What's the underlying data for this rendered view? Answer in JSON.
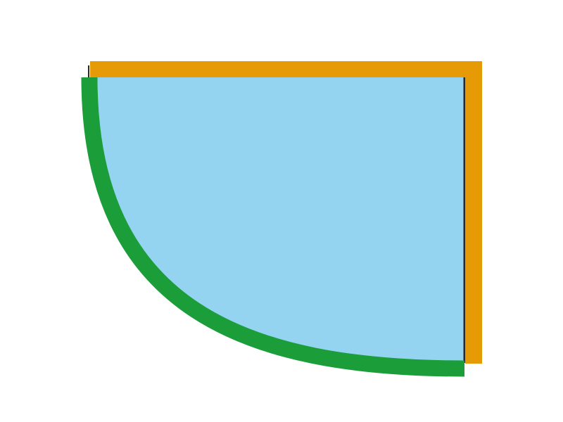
{
  "diagram": {
    "shapes": [
      {
        "name": "quarter-region-fill",
        "color": "#94d4f0"
      },
      {
        "name": "right-edge-line",
        "color": "#2b2b2b"
      },
      {
        "name": "top-edge-line",
        "color": "#2b2b2b"
      },
      {
        "name": "top-orange-band",
        "color": "#e69a05"
      },
      {
        "name": "right-orange-band",
        "color": "#e69a05"
      },
      {
        "name": "curved-green-boundary",
        "color": "#1b9e3a"
      }
    ]
  }
}
